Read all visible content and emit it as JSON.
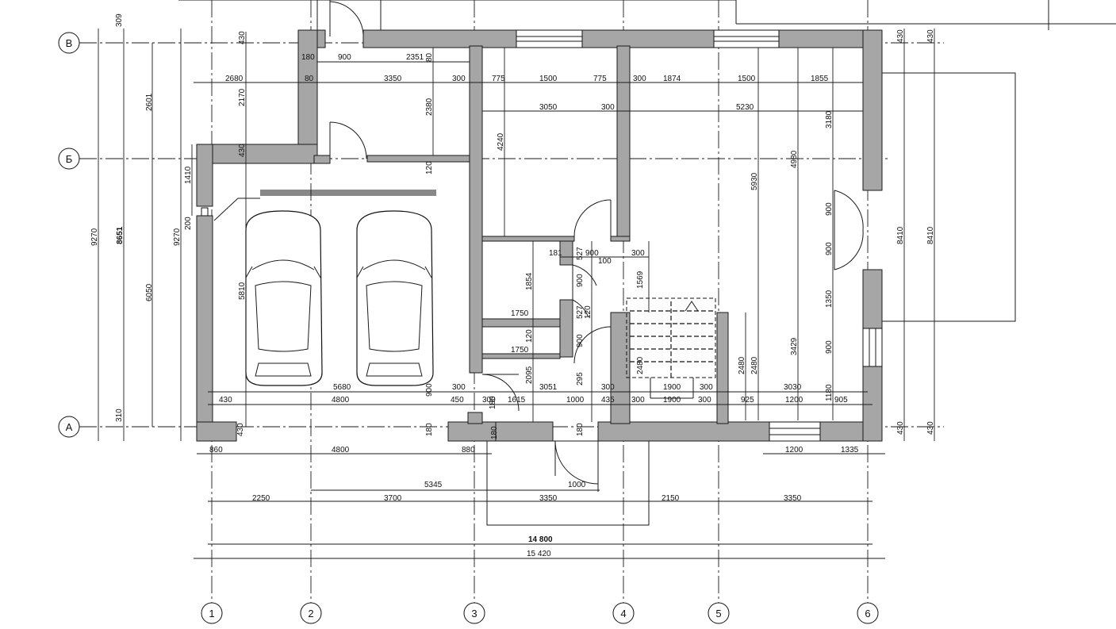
{
  "axes": {
    "vertical": [
      "1",
      "2",
      "3",
      "4",
      "5",
      "6"
    ],
    "horizontal": [
      "В",
      "Б",
      "А"
    ]
  },
  "dimensions": {
    "overall_axes": "14 800",
    "overall_total": "15 420",
    "bottom_axis_spans": [
      "2250",
      "3700",
      "3350",
      "2150",
      "3350"
    ],
    "bottom_misc": [
      "860",
      "4800",
      "880",
      "5345",
      "1000",
      "1200",
      "1335"
    ],
    "left_outer": [
      "309",
      "2601",
      "6050",
      "310",
      "9270",
      "8651",
      "9270",
      "1410",
      "200",
      "5810",
      "2170"
    ],
    "right_outer": [
      "430",
      "430",
      "430",
      "430",
      "8410",
      "8410",
      "3180",
      "4980",
      "5930",
      "3429",
      "2480",
      "2480"
    ],
    "top_row": [
      "430",
      "180",
      "900",
      "2351",
      "80",
      "2680",
      "80",
      "3350",
      "300",
      "775",
      "1500",
      "775",
      "300",
      "1874",
      "1500",
      "1855",
      "3050",
      "300",
      "5230",
      "2380",
      "120",
      "430",
      "4240"
    ],
    "middle": [
      "181",
      "900",
      "527",
      "100",
      "300",
      "1569",
      "1854",
      "900",
      "527",
      "120",
      "1750",
      "1750",
      "120",
      "900",
      "2095",
      "295",
      "2480"
    ],
    "row_a": [
      "5680",
      "300",
      "3051",
      "300",
      "1900",
      "300",
      "3030",
      "430",
      "4800",
      "900",
      "450",
      "300",
      "1615",
      "1000",
      "435",
      "300",
      "1900",
      "300",
      "925",
      "1200",
      "905",
      "1180",
      "180",
      "180",
      "430",
      "180",
      "180"
    ],
    "right_windows": [
      "900",
      "900",
      "1350",
      "900"
    ]
  }
}
